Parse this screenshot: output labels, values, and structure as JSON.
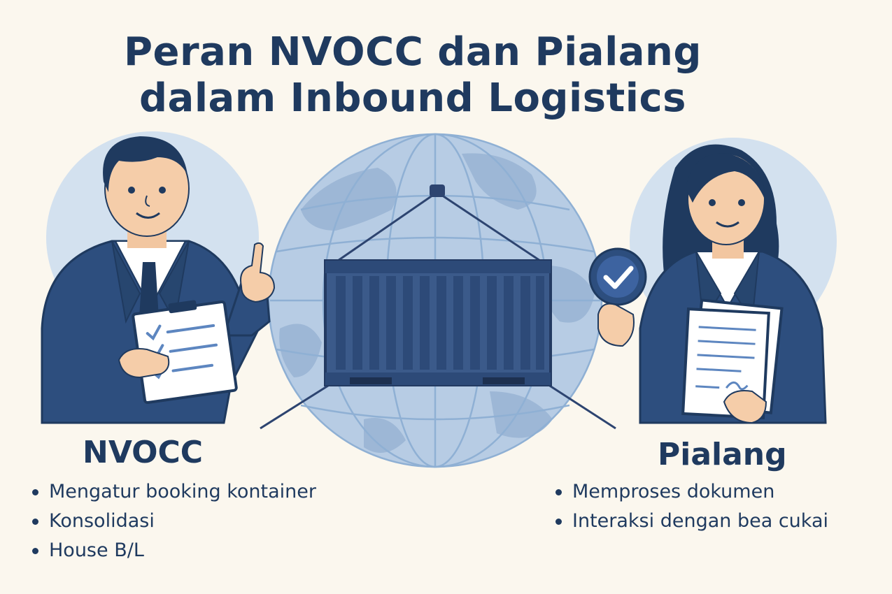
{
  "title": {
    "line1": "Peran NVOCC dan Pialang",
    "line2": "dalam Inbound Logistics"
  },
  "left": {
    "heading": "NVOCC",
    "items": [
      "Mengatur booking kontainer",
      "Konsolidasi",
      "House B/L"
    ]
  },
  "right": {
    "heading": "Pialang",
    "items": [
      "Memproses dokumen",
      "Interaksi dengan bea cukai"
    ]
  },
  "colors": {
    "navy": "#1f3a5f",
    "suit": "#2d4e7e",
    "light_blue": "#c8d8ea",
    "globe": "#aac3df",
    "background": "#fbf7ee"
  }
}
